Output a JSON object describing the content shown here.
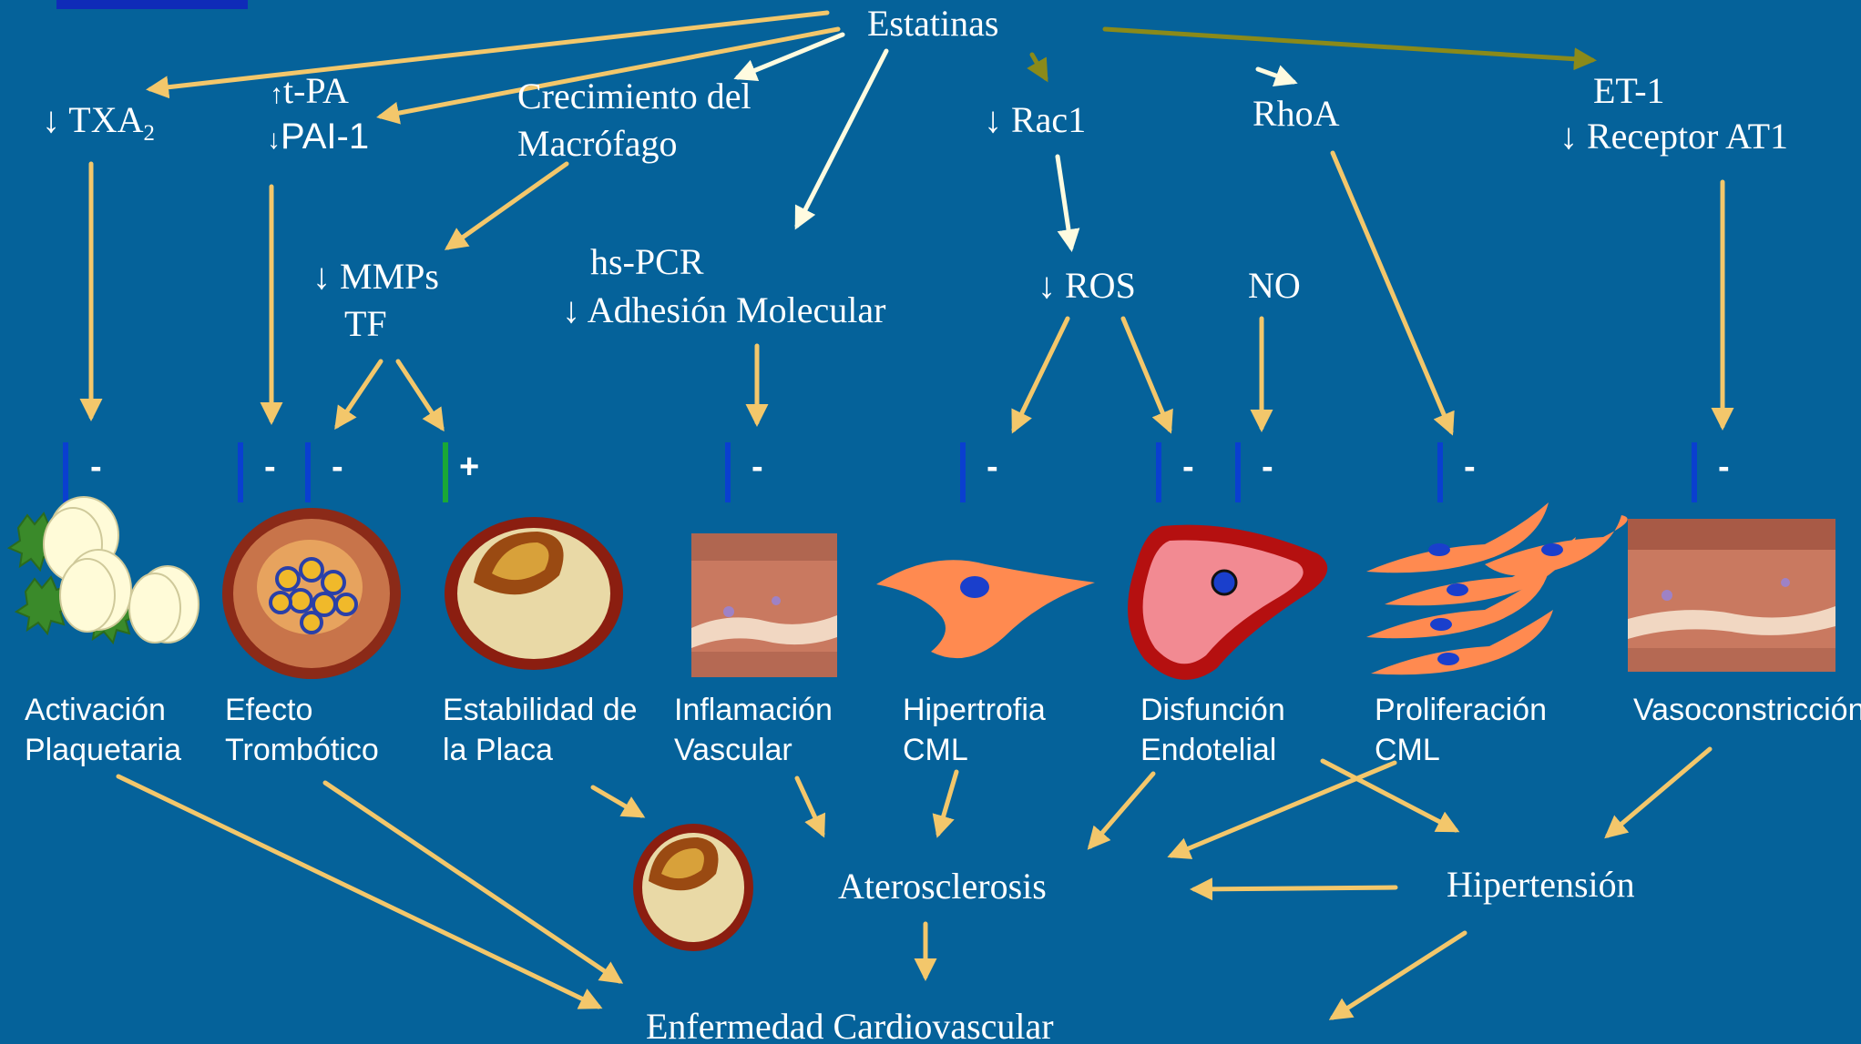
{
  "colors": {
    "background": "#05629a",
    "text": "#ffffff",
    "arrow": "#f3c76b",
    "arrow_light": "#fffbe0",
    "arrow_olive": "#8a8a1a",
    "inhibition_bar": "#0a3fd0",
    "stimulation_bar": "#1aa836"
  },
  "root": {
    "label": "Estatinas"
  },
  "mediators": {
    "txa2": {
      "arrow": "↓",
      "label": "TXA",
      "sub": "2"
    },
    "tpa": {
      "arrow": "↑",
      "label": "t-PA"
    },
    "pai1": {
      "arrow": "↓",
      "label": "PAI-1"
    },
    "macrofago": {
      "line1": "Crecimiento del",
      "line2": "Macrófago"
    },
    "rac1": {
      "arrow": "↓",
      "label": "Rac1"
    },
    "rhoa": {
      "label": "RhoA"
    },
    "et1": {
      "label": "ET-1"
    },
    "at1": {
      "arrow": "↓",
      "label": "Receptor AT1"
    },
    "mmps": {
      "arrow": "↓",
      "label": "MMPs"
    },
    "tf": {
      "label": "TF"
    },
    "hspcr": {
      "label": "hs-PCR"
    },
    "adhesion": {
      "arrow": "↓",
      "label": "Adhesión Molecular"
    },
    "ros": {
      "arrow": "↓",
      "label": "ROS"
    },
    "no": {
      "label": "NO"
    }
  },
  "signs": {
    "minus": "-",
    "plus": "+"
  },
  "effects": [
    {
      "line1": "Activación",
      "line2": "Plaquetaria",
      "image": "platelets-icon"
    },
    {
      "line1": "Efecto",
      "line2": "Trombótico",
      "image": "thrombus-vessel-icon"
    },
    {
      "line1": "Estabilidad de",
      "line2": "la Placa",
      "image": "plaque-cross-section-icon"
    },
    {
      "line1": "Inflamación",
      "line2": "Vascular",
      "image": "vessel-wall-icon"
    },
    {
      "line1": "Hipertrofia",
      "line2": "CML",
      "image": "smooth-muscle-cell-icon"
    },
    {
      "line1": "Disfunción",
      "line2": "Endotelial",
      "image": "endothelial-cell-icon"
    },
    {
      "line1": "Proliferación",
      "line2": "CML",
      "image": "proliferating-cells-icon"
    },
    {
      "line1": "Vasoconstricción",
      "line2": "",
      "image": "constricted-vessel-icon"
    }
  ],
  "outcomes": {
    "aterosclerosis": "Aterosclerosis",
    "hipertension": "Hipertensión",
    "enfermedad": "Enfermedad Cardiovascular"
  }
}
